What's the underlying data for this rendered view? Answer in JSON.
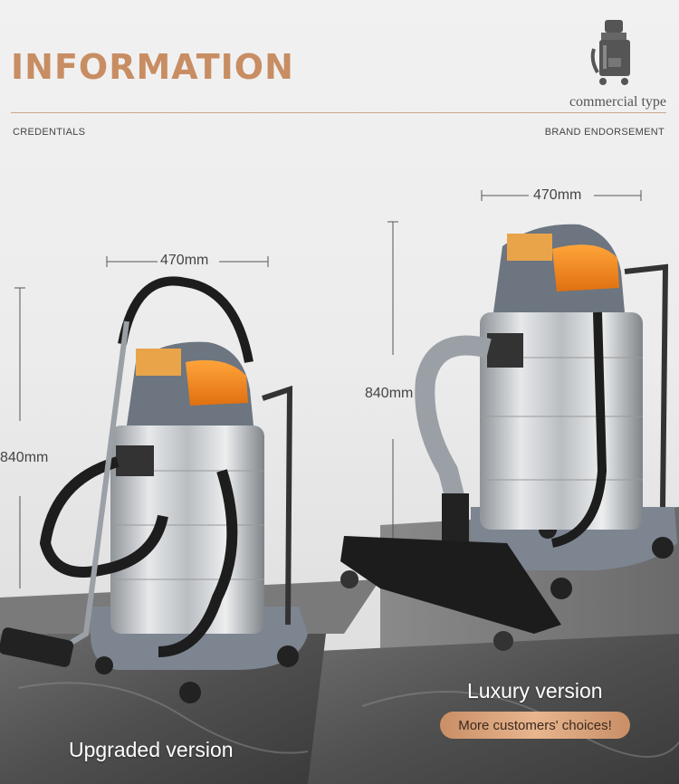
{
  "header": {
    "title": "INFORMATION",
    "type_label": "commercial type",
    "left_subtitle": "CREDENTIALS",
    "right_subtitle": "BRAND ENDORSEMENT"
  },
  "products": {
    "upgraded": {
      "name": "Upgraded version",
      "width_dim": "470mm",
      "height_dim": "840mm"
    },
    "luxury": {
      "name": "Luxury version",
      "width_dim": "470mm",
      "height_dim": "840mm",
      "badge": "More customers' choices!"
    }
  },
  "colors": {
    "accent": "#c88d63",
    "orange": "#f08a1c",
    "steel": "#b8bcc0"
  }
}
